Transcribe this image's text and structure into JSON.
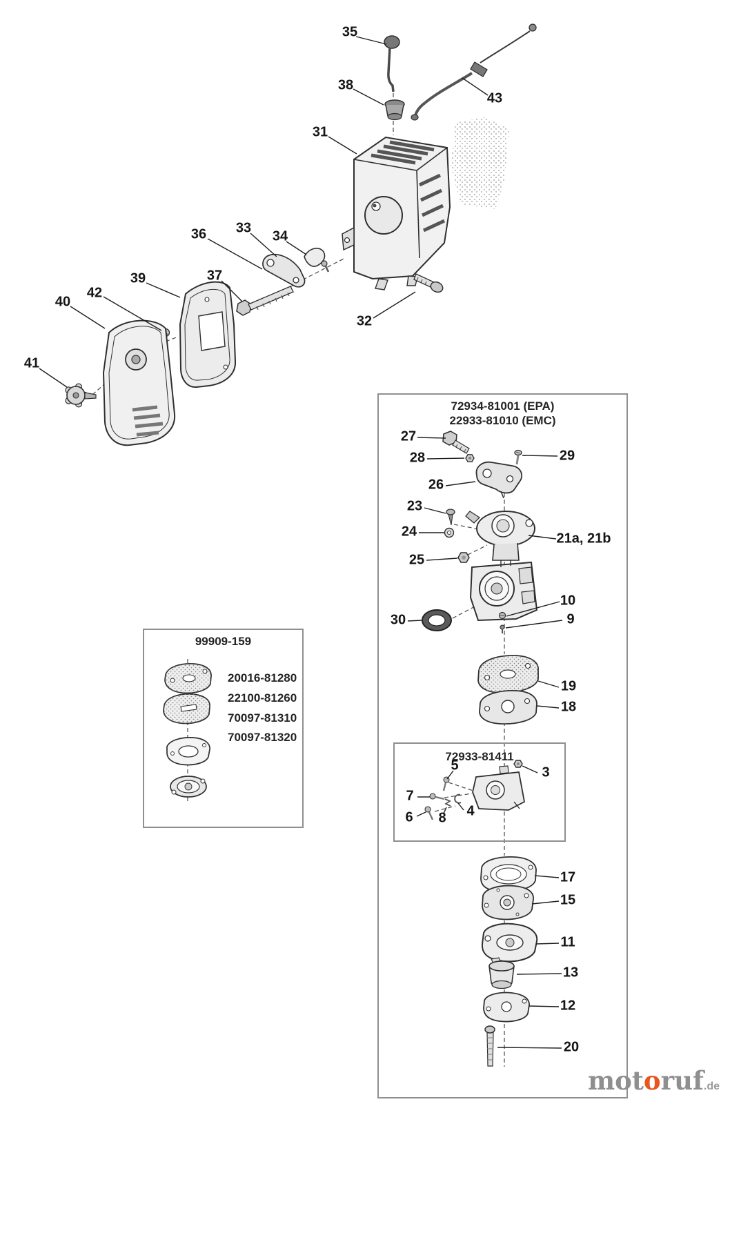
{
  "page": {
    "background": "#ffffff"
  },
  "boxes": {
    "carb_assembly": {
      "title_line1": "72934-81001 (EPA)",
      "title_line2": "22933-81010 (EMC)"
    },
    "repair_kit": {
      "title": "99909-159",
      "part_numbers": [
        "20016-81280",
        "22100-81260",
        "70097-81310",
        "70097-81320"
      ]
    },
    "sub_assembly": {
      "title": "72933-81411"
    }
  },
  "callouts": {
    "c35": "35",
    "c38": "38",
    "c31": "31",
    "c43": "43",
    "c36": "36",
    "c33": "33",
    "c34": "34",
    "c39": "39",
    "c37": "37",
    "c42": "42",
    "c40": "40",
    "c41": "41",
    "c32": "32",
    "c27": "27",
    "c28": "28",
    "c29": "29",
    "c26": "26",
    "c23": "23",
    "c24": "24",
    "c25": "25",
    "c21": "21a, 21b",
    "c30": "30",
    "c10": "10",
    "c9": "9",
    "c19": "19",
    "c18": "18",
    "c3": "3",
    "c5": "5",
    "c7": "7",
    "c6": "6",
    "c8": "8",
    "c4": "4",
    "c17": "17",
    "c15": "15",
    "c11": "11",
    "c13": "13",
    "c12": "12",
    "c20": "20"
  },
  "watermark": {
    "prefix": "mot",
    "accent_letter": "o",
    "suffix": "ruf",
    "domain": ".de",
    "accent_color": "#e8551d",
    "text_color": "#8f8f8f"
  },
  "icon_names": [
    "exploded-parts-diagram"
  ]
}
